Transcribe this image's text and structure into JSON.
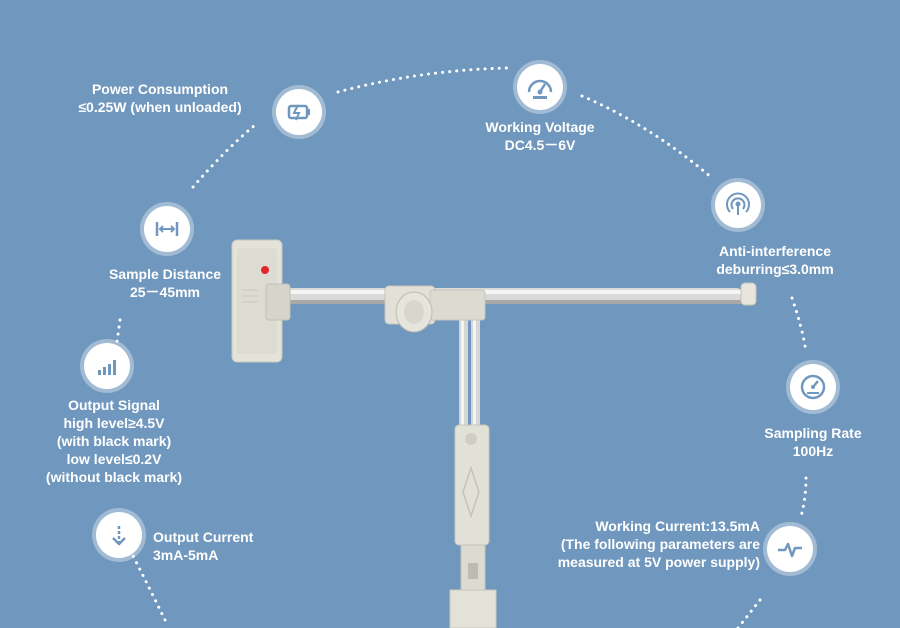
{
  "features": {
    "power": {
      "icon": "battery-charge-icon",
      "lines": [
        "Power Consumption",
        "≤0.25W (when unloaded)"
      ]
    },
    "voltage": {
      "icon": "gauge-icon",
      "lines": [
        "Working Voltage",
        "DC4.5－6V"
      ]
    },
    "interference": {
      "icon": "signal-target-icon",
      "lines": [
        "Anti-interference",
        "deburring≤3.0mm"
      ]
    },
    "distance": {
      "icon": "distance-arrows-icon",
      "lines": [
        "Sample Distance",
        "25－45mm"
      ]
    },
    "signal": {
      "icon": "signal-bars-icon",
      "lines": [
        "Output Signal",
        "high level≥4.5V",
        "(with black mark)",
        "low level≤0.2V",
        "(without black mark)"
      ]
    },
    "sampling": {
      "icon": "speedometer-icon",
      "lines": [
        "Sampling Rate",
        "100Hz"
      ]
    },
    "current": {
      "icon": "arrow-down-icon",
      "lines": [
        "Output Current",
        "3mA-5mA"
      ]
    },
    "working_current": {
      "icon": "pulse-icon",
      "lines": [
        "Working Current:13.5mA",
        "(The following parameters are",
        "measured at 5V power supply)"
      ]
    }
  },
  "colors": {
    "background": "#7097bd",
    "icon_fill": "#7097bd",
    "text": "#ffffff",
    "device": "#e4e4de"
  }
}
